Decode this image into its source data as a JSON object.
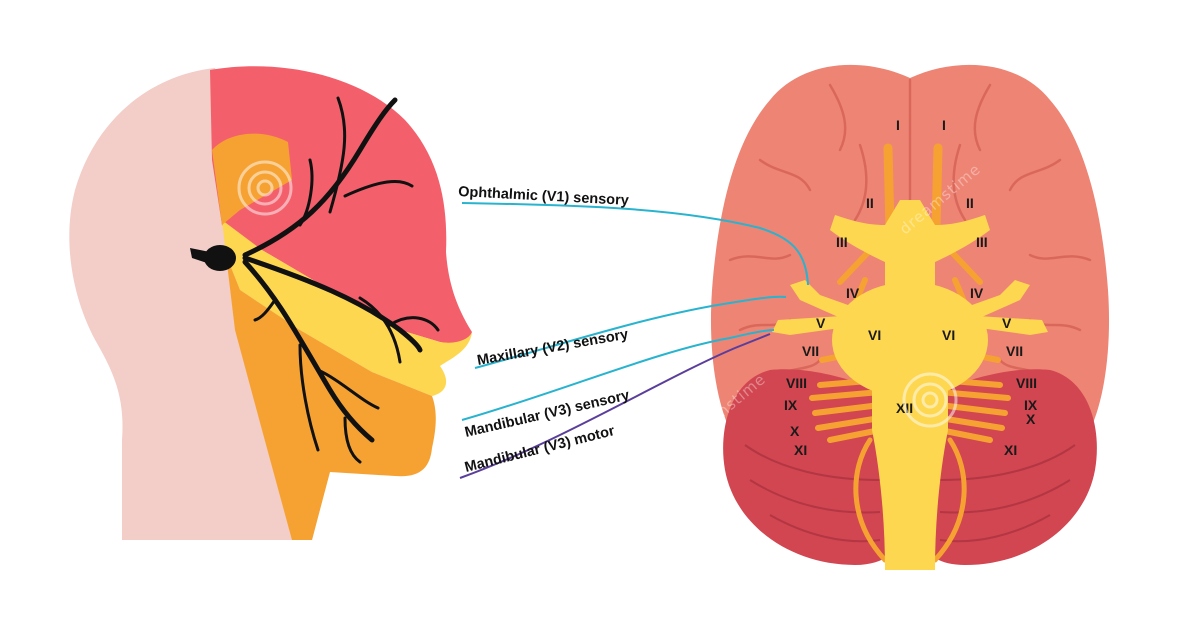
{
  "colors": {
    "head_skin": "#f3cdc7",
    "v1_zone": "#f35f6b",
    "v2_zone": "#fed751",
    "v3_zone": "#f6a233",
    "nerve": "#111111",
    "brain": "#ee8474",
    "brain_fold": "#d9685b",
    "cerebellum": "#d14650",
    "cerebellum_fold": "#b33643",
    "brainstem": "#fed751",
    "cranial_nerve": "#f6a233",
    "line_sensory": "#28b3cf",
    "line_motor": "#5a3e9b"
  },
  "trigeminal": [
    {
      "id": "v1",
      "label": "Ophthalmic (V1) sensory",
      "type": "sensory"
    },
    {
      "id": "v2",
      "label": "Maxillary (V2) sensory",
      "type": "sensory"
    },
    {
      "id": "v3s",
      "label": "Mandibular (V3) sensory",
      "type": "sensory"
    },
    {
      "id": "v3m",
      "label": "Mandibular (V3) motor",
      "type": "motor"
    }
  ],
  "cranial_nerves": {
    "I": "I",
    "II": "II",
    "III": "III",
    "IV": "IV",
    "V": "V",
    "VI": "VI",
    "VII": "VII",
    "VIII": "VIII",
    "IX": "IX",
    "X": "X",
    "XI": "XI",
    "XII": "XII"
  },
  "watermark": {
    "text": "dreamstime",
    "icon": "dreamstime-spiral-icon"
  }
}
